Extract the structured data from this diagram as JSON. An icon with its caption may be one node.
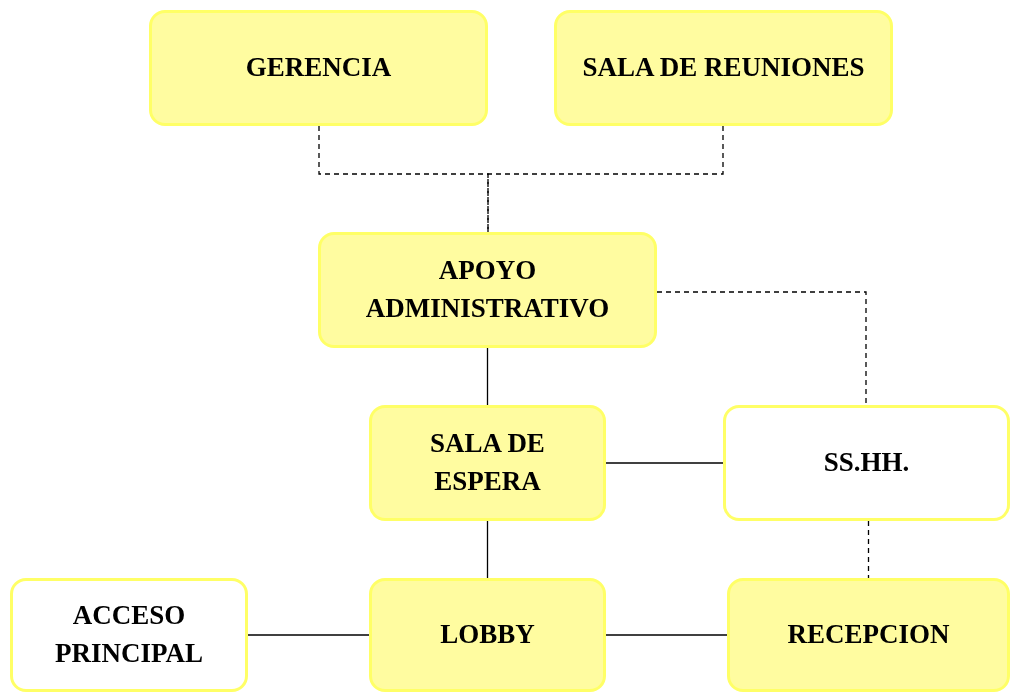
{
  "diagram": {
    "nodes": [
      {
        "text": [
          "GERENCIA"
        ]
      },
      {
        "text": [
          "SALA DE REUNIONES"
        ]
      },
      {
        "text": [
          "APOYO ADMINISTRATIVO"
        ]
      },
      {
        "text": [
          "SALA DE ESPERA"
        ]
      },
      {
        "text": [
          "SS.HH."
        ]
      },
      {
        "text": [
          "ACCESO PRINCIPAL"
        ]
      },
      {
        "text": [
          "LOBBY"
        ]
      },
      {
        "text": [
          "RECEPCION"
        ]
      }
    ],
    "edges": [
      {
        "from": 0,
        "to": 2,
        "arrow": "none",
        "style": "dashed"
      },
      {
        "from": 1,
        "to": 2,
        "arrow": "none",
        "style": "dashed"
      },
      {
        "from": 2,
        "to": 4,
        "arrow": "none",
        "style": "dashed"
      },
      {
        "from": 2,
        "to": 3,
        "arrow": "none"
      },
      {
        "from": 3,
        "to": 4,
        "arrow": "none"
      },
      {
        "from": 3,
        "to": 6,
        "arrow": "none"
      },
      {
        "from": 5,
        "to": 6,
        "arrow": "none"
      },
      {
        "from": 6,
        "to": 7,
        "arrow": "none"
      },
      {
        "from": 4,
        "to": 7,
        "arrow": "none",
        "style": "dashed"
      }
    ]
  }
}
